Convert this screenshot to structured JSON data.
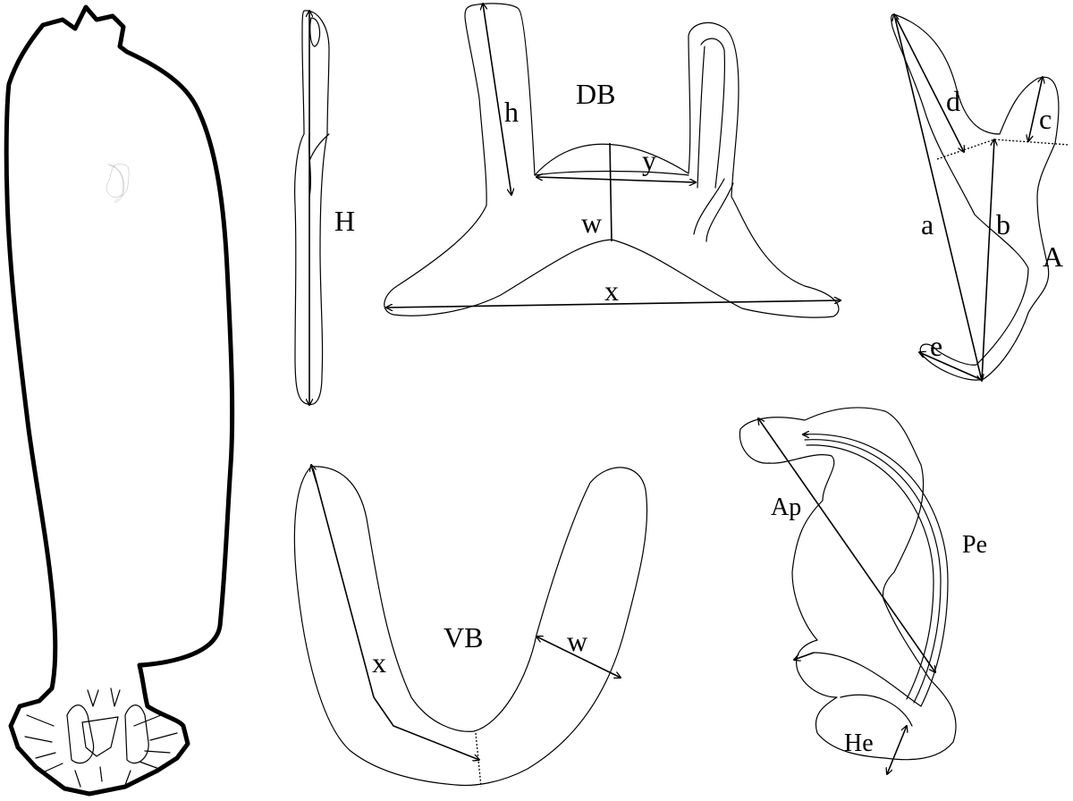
{
  "labels": {
    "hook": "H",
    "dorsal_bar": "DB",
    "ventral_bar": "VB",
    "anchor": "A",
    "db_h": "h",
    "db_y": "y",
    "db_w": "w",
    "db_x": "x",
    "vb_x": "x",
    "vb_w": "w",
    "anchor_a": "a",
    "anchor_b": "b",
    "anchor_c": "c",
    "anchor_d": "d",
    "anchor_e": "e",
    "mco_ap": "Ap",
    "mco_pe": "Pe",
    "mco_he": "He"
  },
  "colors": {
    "line": "#000000",
    "background": "#ffffff"
  }
}
